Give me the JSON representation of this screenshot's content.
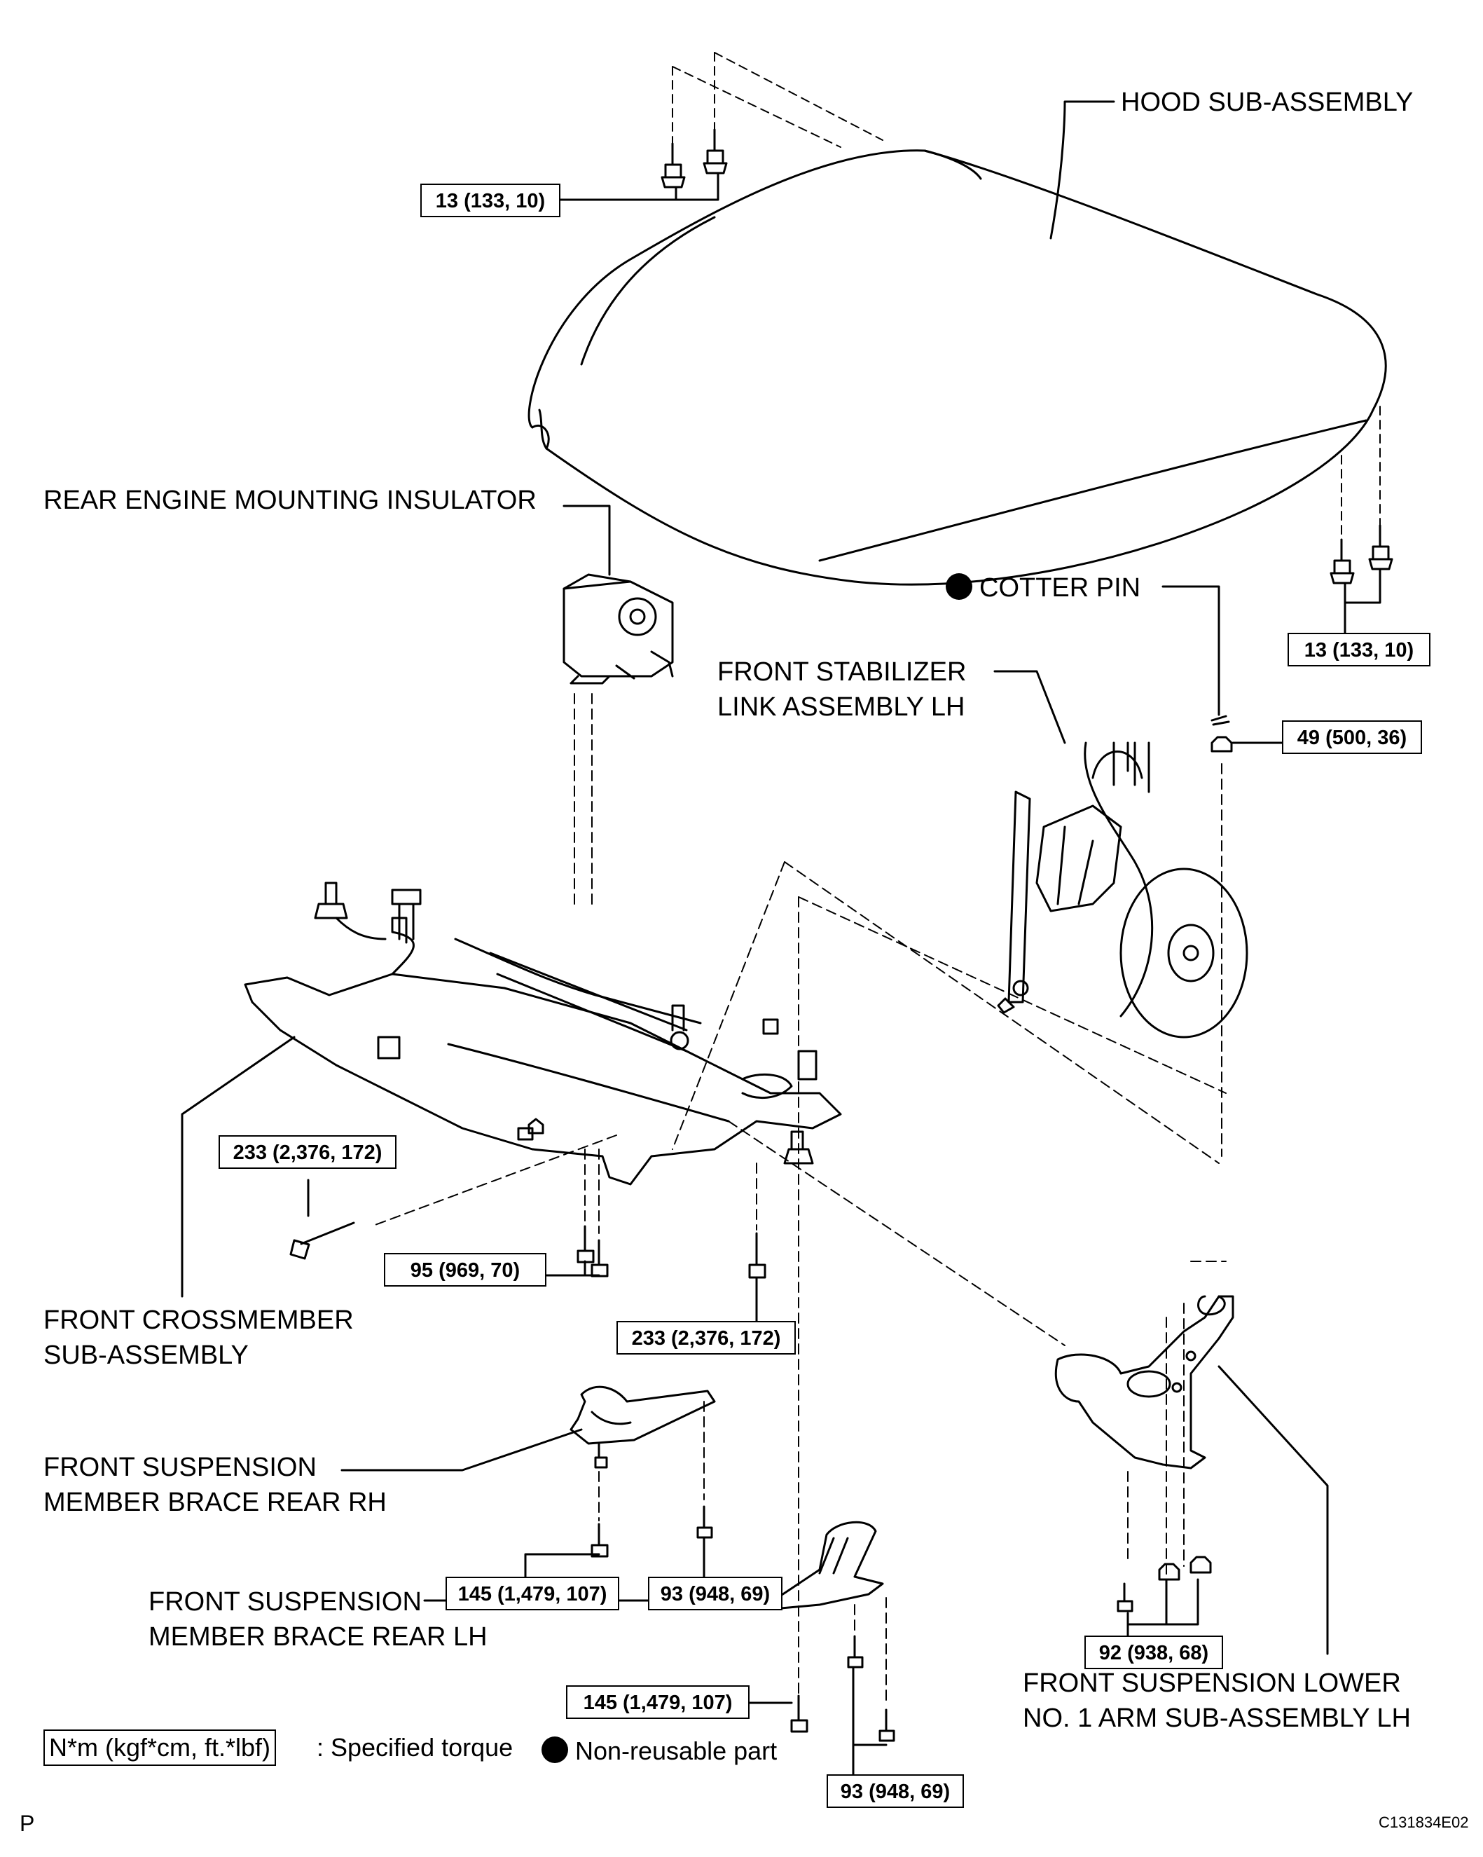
{
  "labels": {
    "hood": "HOOD SUB-ASSEMBLY",
    "rear_engine": "REAR ENGINE MOUNTING INSULATOR",
    "cotter_pin": "COTTER PIN",
    "stabilizer_1": "FRONT STABILIZER",
    "stabilizer_2": "LINK ASSEMBLY LH",
    "crossmember_1": "FRONT CROSSMEMBER",
    "crossmember_2": "SUB-ASSEMBLY",
    "brace_rh_1": "FRONT SUSPENSION",
    "brace_rh_2": "MEMBER BRACE REAR RH",
    "brace_lh_1": "FRONT SUSPENSION",
    "brace_lh_2": "MEMBER BRACE REAR LH",
    "lower_arm_1": "FRONT SUSPENSION LOWER",
    "lower_arm_2": "NO. 1 ARM SUB-ASSEMBLY LH"
  },
  "torques": {
    "hood_left": "13 (133, 10)",
    "hood_right": "13 (133, 10)",
    "cotter_nut": "49 (500, 36)",
    "cross_front": "233 (2,376, 172)",
    "cross_small": "95 (969, 70)",
    "cross_rear": "233 (2,376, 172)",
    "brace_rh_a": "145 (1,479, 107)",
    "brace_rh_b": "93 (948, 69)",
    "arm": "92 (938, 68)",
    "brace_lh_a": "145 (1,479, 107)",
    "brace_lh_b": "93 (948, 69)"
  },
  "legend": {
    "unit_box": "N*m (kgf*cm, ft.*lbf)",
    "unit_text": ": Specified torque",
    "nonreuse_text": "Non-reusable part"
  },
  "footer": {
    "page_letter": "P",
    "figure_code": "C131834E02"
  }
}
